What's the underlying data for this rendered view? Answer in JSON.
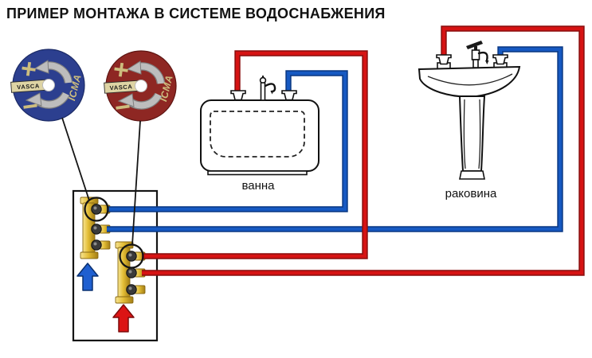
{
  "title": "ПРИМЕР МОНТАЖА В СИСТЕМЕ ВОДОСНАБЖЕНИЯ",
  "discs": {
    "cold": {
      "brand": "ICMA",
      "band_label": "VASCA",
      "open_symbol": "+",
      "close_symbol": "−"
    },
    "hot": {
      "brand": "ICMA",
      "band_label": "VASCA",
      "open_symbol": "+",
      "close_symbol": "−"
    }
  },
  "fixtures": {
    "bathtub_label": "ванна",
    "sink_label": "раковина"
  },
  "colors": {
    "pipe-cold": "#1659c2",
    "pipe-cold-dark": "#0b3a86",
    "pipe-hot": "#d61313",
    "pipe-hot-dark": "#8d0f0f",
    "disc-cold": "#2c3f8f",
    "disc-hot": "#8e2723",
    "tan": "#cdbd7e",
    "band": "#ded4a4",
    "silver": "#bdbdbd",
    "brass": "#e3bd35",
    "brass-dark": "#8a6a14",
    "arrow-cold": "#1f5fd0",
    "arrow-hot": "#dc1414"
  }
}
